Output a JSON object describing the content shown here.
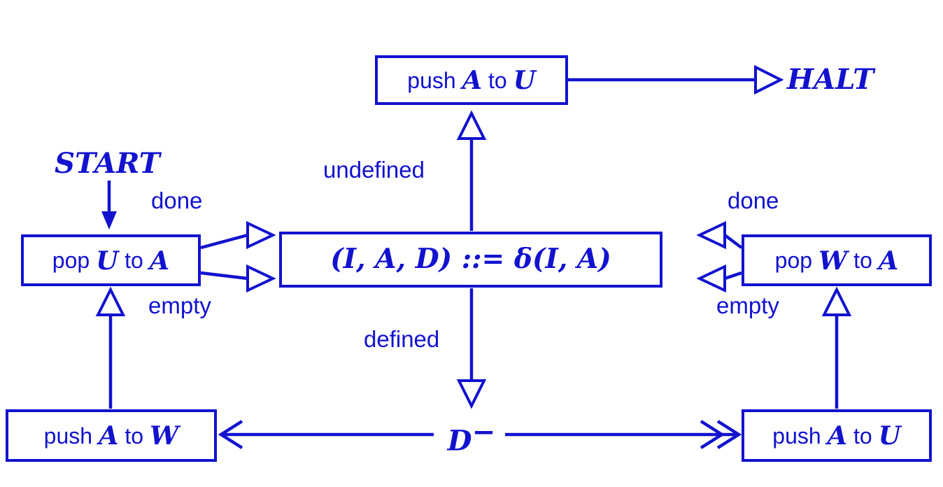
{
  "colors": {
    "ink": "#1212cf",
    "background": "#ffffff"
  },
  "nodes": {
    "start": {
      "parts": [
        {
          "t": "START",
          "math": true
        }
      ]
    },
    "halt": {
      "parts": [
        {
          "t": "HALT",
          "math": true
        }
      ]
    },
    "push_a_to_u_top": {
      "parts": [
        {
          "t": "push "
        },
        {
          "t": "A",
          "math": true
        },
        {
          "t": " to "
        },
        {
          "t": "U",
          "math": true
        }
      ]
    },
    "pop_u_to_a": {
      "parts": [
        {
          "t": "pop "
        },
        {
          "t": "U",
          "math": true
        },
        {
          "t": " to "
        },
        {
          "t": "A",
          "math": true
        }
      ]
    },
    "transition": {
      "parts": [
        {
          "t": "(I, A, D) ::= δ(I, A)",
          "math": true
        }
      ]
    },
    "pop_w_to_a": {
      "parts": [
        {
          "t": "pop "
        },
        {
          "t": "W",
          "math": true
        },
        {
          "t": " to "
        },
        {
          "t": "A",
          "math": true
        }
      ]
    },
    "push_a_to_w": {
      "parts": [
        {
          "t": "push "
        },
        {
          "t": "A",
          "math": true
        },
        {
          "t": " to "
        },
        {
          "t": "W",
          "math": true
        }
      ]
    },
    "push_a_to_u_bottom": {
      "parts": [
        {
          "t": "push "
        },
        {
          "t": "A",
          "math": true
        },
        {
          "t": " to "
        },
        {
          "t": "U",
          "math": true
        }
      ]
    },
    "d_minus": {
      "parts": [
        {
          "t": "D",
          "math": true
        },
        {
          "t": "−",
          "math": true,
          "sup": true
        }
      ]
    }
  },
  "edge_labels": {
    "done_left": "done",
    "empty_left": "empty",
    "done_right": "done",
    "empty_right": "empty",
    "undefined": "undefined",
    "defined": "defined"
  },
  "edges": [
    {
      "from": "start",
      "to": "pop_u_to_a"
    },
    {
      "from": "pop_u_to_a",
      "to": "transition",
      "label": "done"
    },
    {
      "from": "pop_u_to_a",
      "to": "transition",
      "label": "empty"
    },
    {
      "from": "pop_w_to_a",
      "to": "transition",
      "label": "done"
    },
    {
      "from": "pop_w_to_a",
      "to": "transition",
      "label": "empty"
    },
    {
      "from": "transition",
      "to": "push_a_to_u_top",
      "label": "undefined"
    },
    {
      "from": "push_a_to_u_top",
      "to": "halt"
    },
    {
      "from": "transition",
      "to": "d_minus",
      "label": "defined"
    },
    {
      "from": "d_minus",
      "to": "push_a_to_w"
    },
    {
      "from": "d_minus",
      "to": "push_a_to_u_bottom"
    },
    {
      "from": "push_a_to_w",
      "to": "pop_u_to_a"
    },
    {
      "from": "push_a_to_u_bottom",
      "to": "pop_w_to_a"
    }
  ]
}
